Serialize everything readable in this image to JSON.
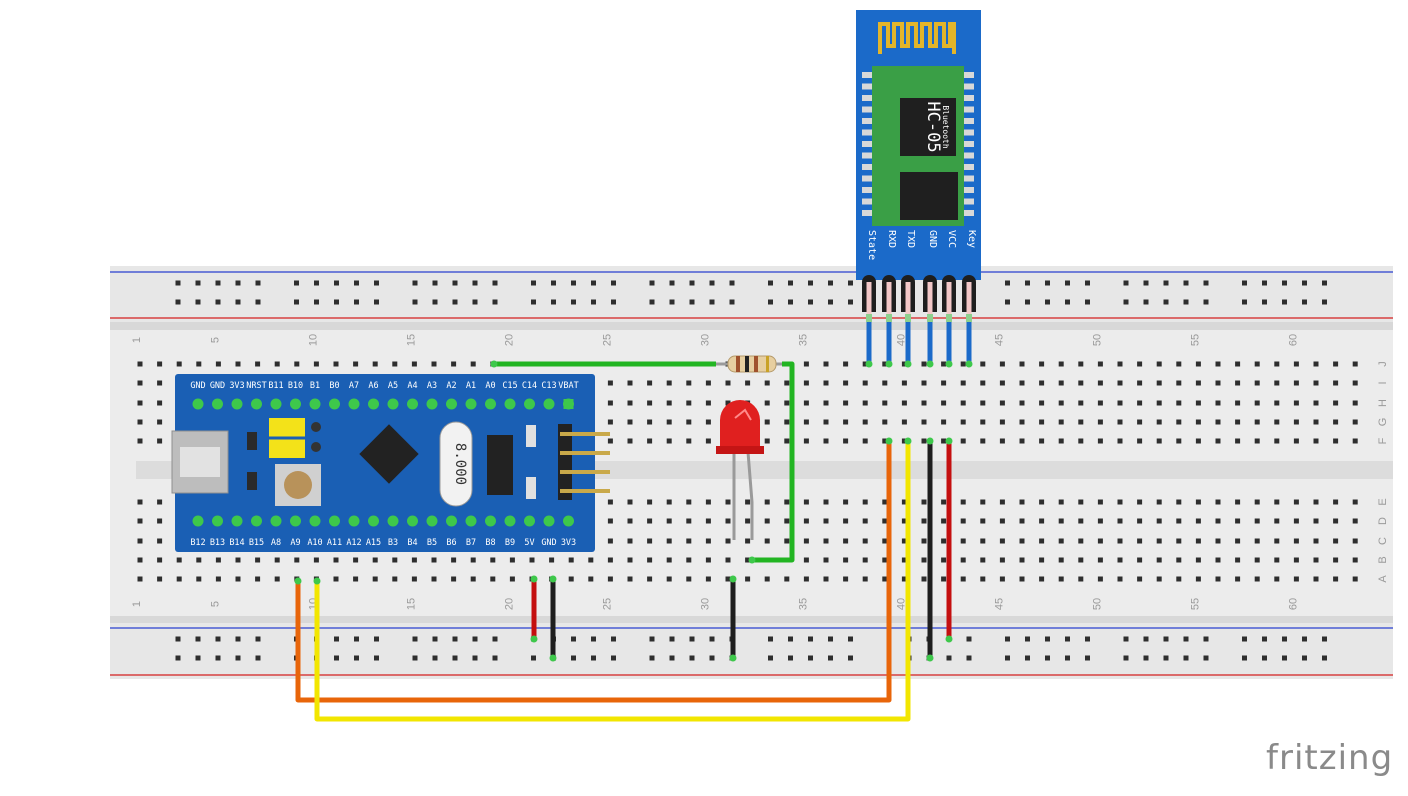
{
  "breadboard": {
    "column_numbers": [
      "1",
      "5",
      "10",
      "15",
      "20",
      "25",
      "30",
      "35",
      "40",
      "45",
      "50",
      "55",
      "60"
    ],
    "row_letters_top": [
      "J",
      "I",
      "H",
      "G",
      "F"
    ],
    "row_letters_bottom": [
      "E",
      "D",
      "C",
      "B",
      "A"
    ]
  },
  "stm32_board": {
    "top_pins": [
      "GND",
      "GND",
      "3V3",
      "NRST",
      "B11",
      "B10",
      "B1",
      "B0",
      "A7",
      "A6",
      "A5",
      "A4",
      "A3",
      "A2",
      "A1",
      "A0",
      "C15",
      "C14",
      "C13",
      "VBAT"
    ],
    "bottom_pins": [
      "B12",
      "B13",
      "B14",
      "B15",
      "A8",
      "A9",
      "A10",
      "A11",
      "A12",
      "A15",
      "B3",
      "B4",
      "B5",
      "B6",
      "B7",
      "B8",
      "B9",
      "5V",
      "GND",
      "3V3"
    ],
    "crystal_label": "8.000"
  },
  "bluetooth_module": {
    "model": "HC-05",
    "subtitle": "Bluetooth",
    "pins": [
      "State",
      "RXD",
      "TXD",
      "GND",
      "VCC",
      "Key"
    ]
  },
  "colors": {
    "board_blue": "#1a5fb4",
    "bt_green": "#2f9e44",
    "wire_orange": "#e8650a",
    "wire_yellow": "#f2e600",
    "wire_green": "#22b522",
    "wire_red": "#c40f0f",
    "wire_black": "#1e1e1e",
    "wire_blue": "#1b6ac9",
    "led_red": "#e0201f"
  },
  "watermark": "fritzing"
}
